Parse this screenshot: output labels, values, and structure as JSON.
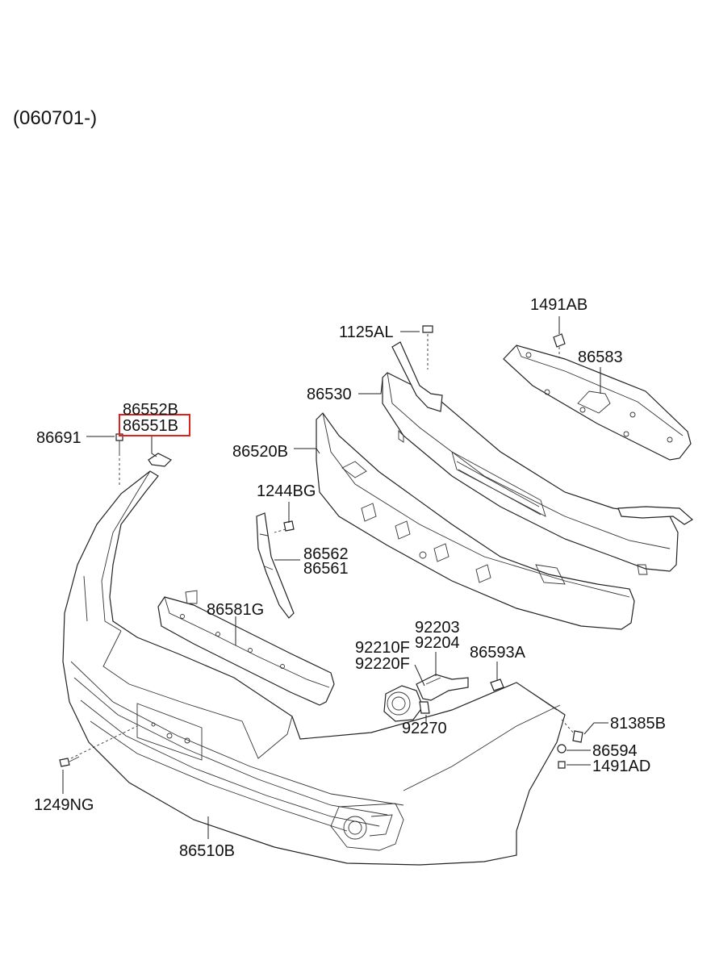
{
  "date_code": "(060701-)",
  "highlight_color": "#e0201b",
  "parts": {
    "p1491AB": "1491AB",
    "p1125AL": "1125AL",
    "p86583": "86583",
    "p86530": "86530",
    "p86552B": "86552B",
    "p86551B": "86551B",
    "p86691": "86691",
    "p86520B": "86520B",
    "p1244BG": "1244BG",
    "p86562": "86562",
    "p86561": "86561",
    "p86581G": "86581G",
    "p92203": "92203",
    "p92204": "92204",
    "p92210F": "92210F",
    "p92220F": "92220F",
    "p86593A": "86593A",
    "p92270": "92270",
    "p81385B": "81385B",
    "p86594": "86594",
    "p1491AD": "1491AD",
    "p1249NG": "1249NG",
    "p86510B": "86510B"
  }
}
